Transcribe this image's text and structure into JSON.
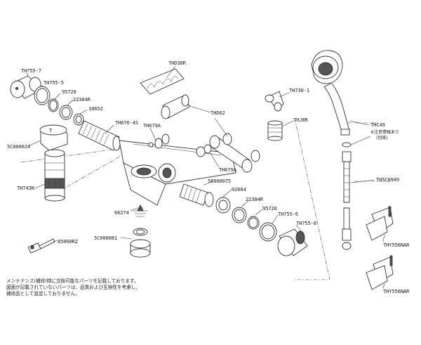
{
  "parts": {
    "th755_7": "TH755-7",
    "th755_5": "TH755-5",
    "p95720_left": "95720",
    "p22384r_left": "22384R",
    "p18652": "18652",
    "th676_4s": "TH676-4S",
    "th679a_left": "TH679A",
    "th030r": "THD30R",
    "thd62": "THD62",
    "th730_1": "TH730-1",
    "thj8r": "THJ8R",
    "th679a_right": "TH679A",
    "s0000024": "5C000024",
    "th743n": "TH743N",
    "s8000075": "58000075",
    "p92664": "92664",
    "p22384r_right": "22384R",
    "th755_6": "TH755-6",
    "p95720_right": "95720",
    "th755_8": "TH755-8",
    "p66274": "66274",
    "s0000081": "5C000081",
    "p85060rz": "85060RZ",
    "thc49": "THC49",
    "th5c0949": "TH5C0949",
    "thy556nar_1": "THY556NAR",
    "thy556nar_2": "THY556NAR"
  },
  "thc49_note_1": "※注意情報あり",
  "thc49_note_2": "(別紙)",
  "footer": {
    "line1": "メンテナンス(補修)時に交換可能なパーツを記載しております。",
    "line2": "図面が記載されていないパーツは、品質および互換性を考慮し、",
    "line3": "補修品として設定しておりません。"
  }
}
